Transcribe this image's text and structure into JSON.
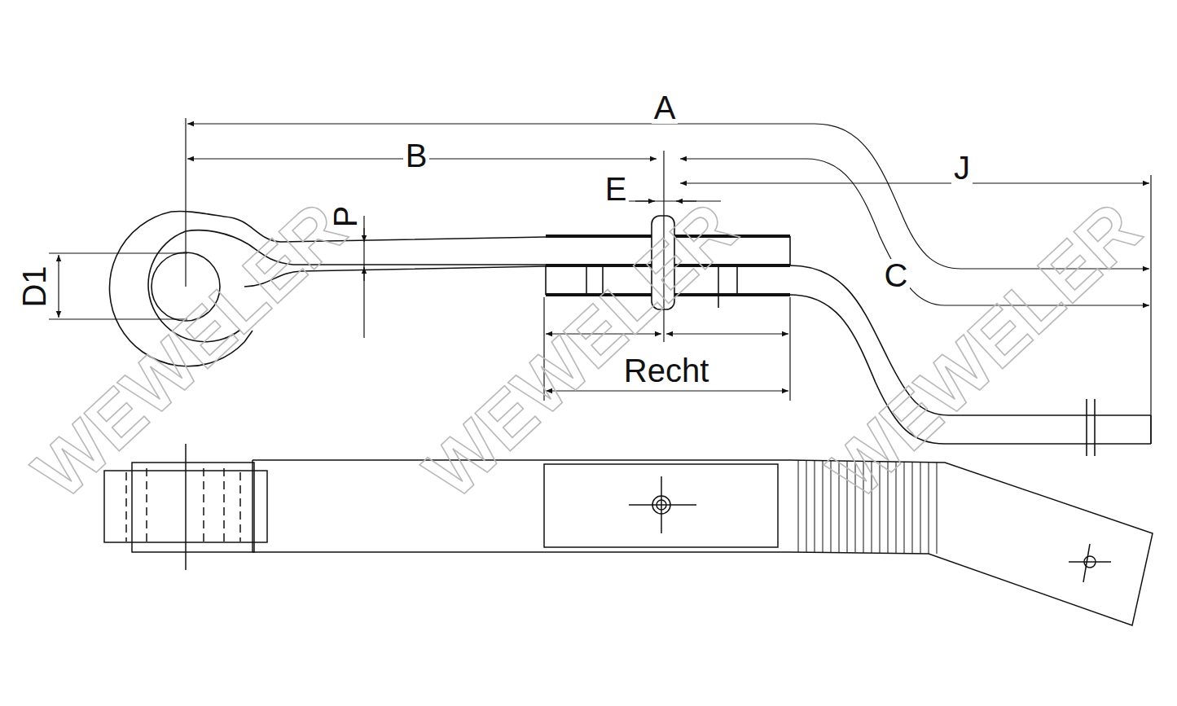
{
  "diagram": {
    "labels": [
      "A",
      "B",
      "E",
      "J",
      "P",
      "D1",
      "C",
      "Recht",
      "WEWELER",
      "WEWELER",
      "WEWELER"
    ]
  }
}
